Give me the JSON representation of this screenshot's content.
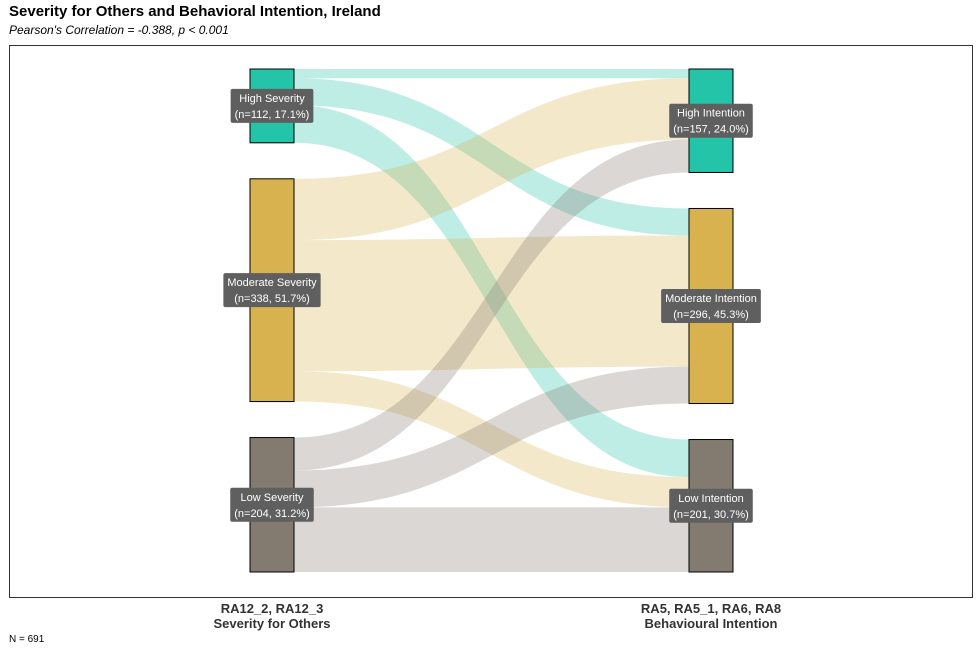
{
  "chart_data": {
    "type": "sankey",
    "title": "Severity for Others and Behavioral Intention, Ireland",
    "subtitle": "Pearson's Correlation = -0.388, p < 0.001",
    "caption": "N = 691",
    "left_axis": {
      "line1": "RA12_2, RA12_3",
      "line2": "Severity for Others"
    },
    "right_axis": {
      "line1": "RA5, RA5_1, RA6, RA8",
      "line2": "Behavioural Intention"
    },
    "colors": {
      "High": "#23c4a7",
      "Moderate": "#d8b24f",
      "Low": "#847b70"
    },
    "left_nodes": [
      {
        "key": "High",
        "name": "High Severity",
        "label": "(n=112, 17.1%)",
        "n": 112
      },
      {
        "key": "Moderate",
        "name": "Moderate Severity",
        "label": "(n=338, 51.7%)",
        "n": 338
      },
      {
        "key": "Low",
        "name": "Low Severity",
        "label": "(n=204, 31.2%)",
        "n": 204
      }
    ],
    "right_nodes": [
      {
        "key": "High",
        "name": "High Intention",
        "label": "(n=157, 24.0%)",
        "n": 157
      },
      {
        "key": "Moderate",
        "name": "Moderate Intention",
        "label": "(n=296, 45.3%)",
        "n": 296
      },
      {
        "key": "Low",
        "name": "Low Intention",
        "label": "(n=201, 30.7%)",
        "n": 201
      }
    ],
    "flows": [
      {
        "from": "High",
        "to": "High",
        "value": 14
      },
      {
        "from": "High",
        "to": "Moderate",
        "value": 41
      },
      {
        "from": "High",
        "to": "Low",
        "value": 57
      },
      {
        "from": "Moderate",
        "to": "High",
        "value": 93
      },
      {
        "from": "Moderate",
        "to": "Moderate",
        "value": 199
      },
      {
        "from": "Moderate",
        "to": "Low",
        "value": 46
      },
      {
        "from": "Low",
        "to": "High",
        "value": 50
      },
      {
        "from": "Low",
        "to": "Moderate",
        "value": 56
      },
      {
        "from": "Low",
        "to": "Low",
        "value": 98
      }
    ]
  }
}
